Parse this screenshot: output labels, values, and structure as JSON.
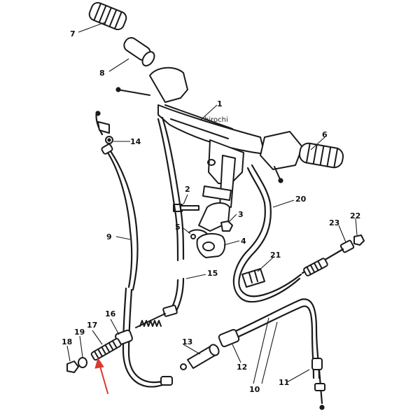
{
  "diagram": {
    "watermark": "hirochi",
    "callouts": {
      "c1": "1",
      "c2": "2",
      "c3": "3",
      "c4": "4",
      "c5": "5",
      "c6": "6",
      "c7": "7",
      "c8": "8",
      "c9": "9",
      "c10": "10",
      "c11": "11",
      "c12": "12",
      "c13": "13",
      "c14": "14",
      "c15": "15",
      "c16": "16",
      "c17": "17",
      "c18": "18",
      "c19": "19",
      "c20": "20",
      "c21": "21",
      "c22": "22",
      "c23": "23"
    },
    "highlight_color": "#d93a2b",
    "line_color": "#1a1a1a"
  }
}
